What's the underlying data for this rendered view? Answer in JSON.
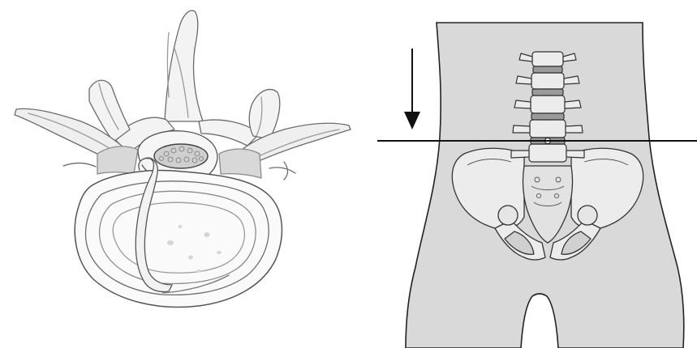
{
  "figure": {
    "left_panel": {
      "depicts": "vertebra-disc-herniation-illustration"
    },
    "right_panel": {
      "depicts": "pelvis-spine-section-level-diagram",
      "indicator_icon": "down-arrow-icon",
      "section_line": "horizontal-section-line"
    }
  },
  "colors": {
    "torso_fill": "#d9d9d9",
    "bone_fill": "#ececec",
    "disc_highlight": "#9a9a9a",
    "outline": "#222222",
    "sketch_line": "#6b6b6b",
    "background": "#ffffff"
  }
}
